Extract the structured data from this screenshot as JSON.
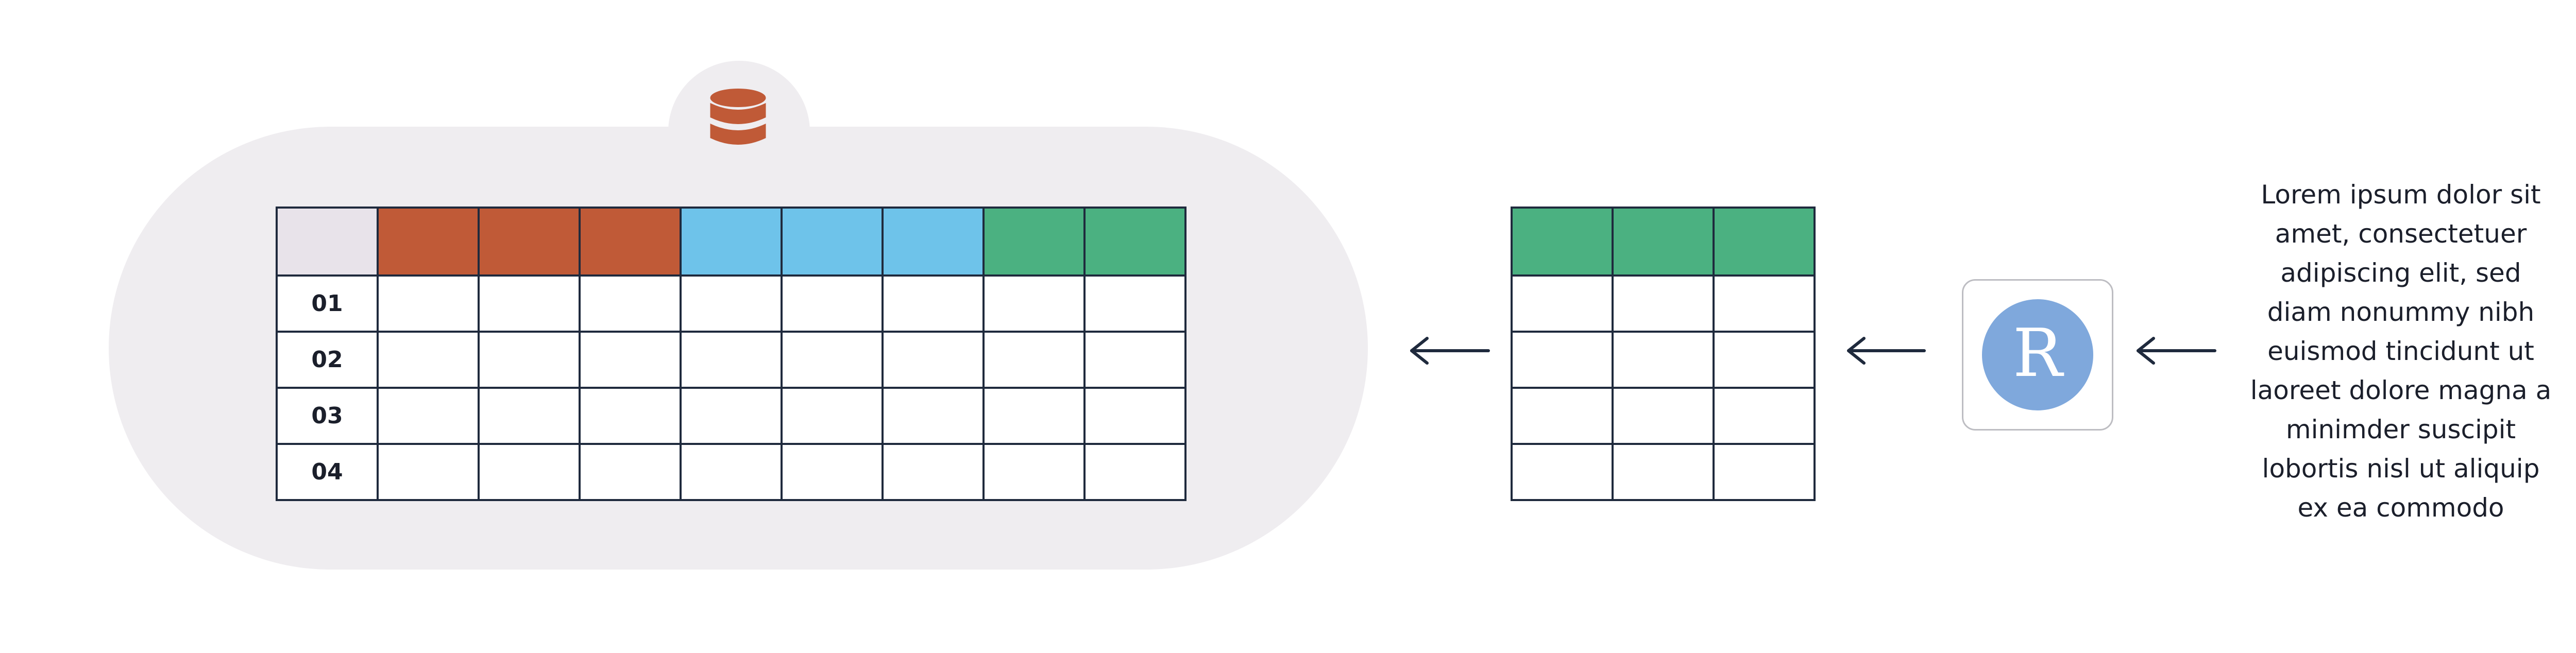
{
  "database": {
    "icon": "database-icon",
    "row_labels": [
      "01",
      "02",
      "03",
      "04"
    ],
    "column_groups": [
      {
        "color": "#c05a37",
        "columns": 3
      },
      {
        "color": "#6ec3ea",
        "columns": 3
      },
      {
        "color": "#4bb181",
        "columns": 2
      }
    ],
    "corner_color": "#e8e3ea"
  },
  "output_table": {
    "header_color": "#4bb181",
    "columns": 3,
    "rows": 4
  },
  "r_tool": {
    "letter": "R",
    "circle_color": "#7fa8dc"
  },
  "description": {
    "text": "Lorem ipsum dolor sit\namet, consectetuer\nadipiscing elit, sed\ndiam nonummy nibh\neuismod tincidunt ut\nlaoreet dolore magna a\nminimder suscipit\nlobortis nisl ut aliquip\nex ea commodo"
  },
  "colors": {
    "pill_background": "#efedf0",
    "grid_line": "#1f2a3d",
    "arrow": "#1f2a3d",
    "database_icon": "#c05a37"
  }
}
